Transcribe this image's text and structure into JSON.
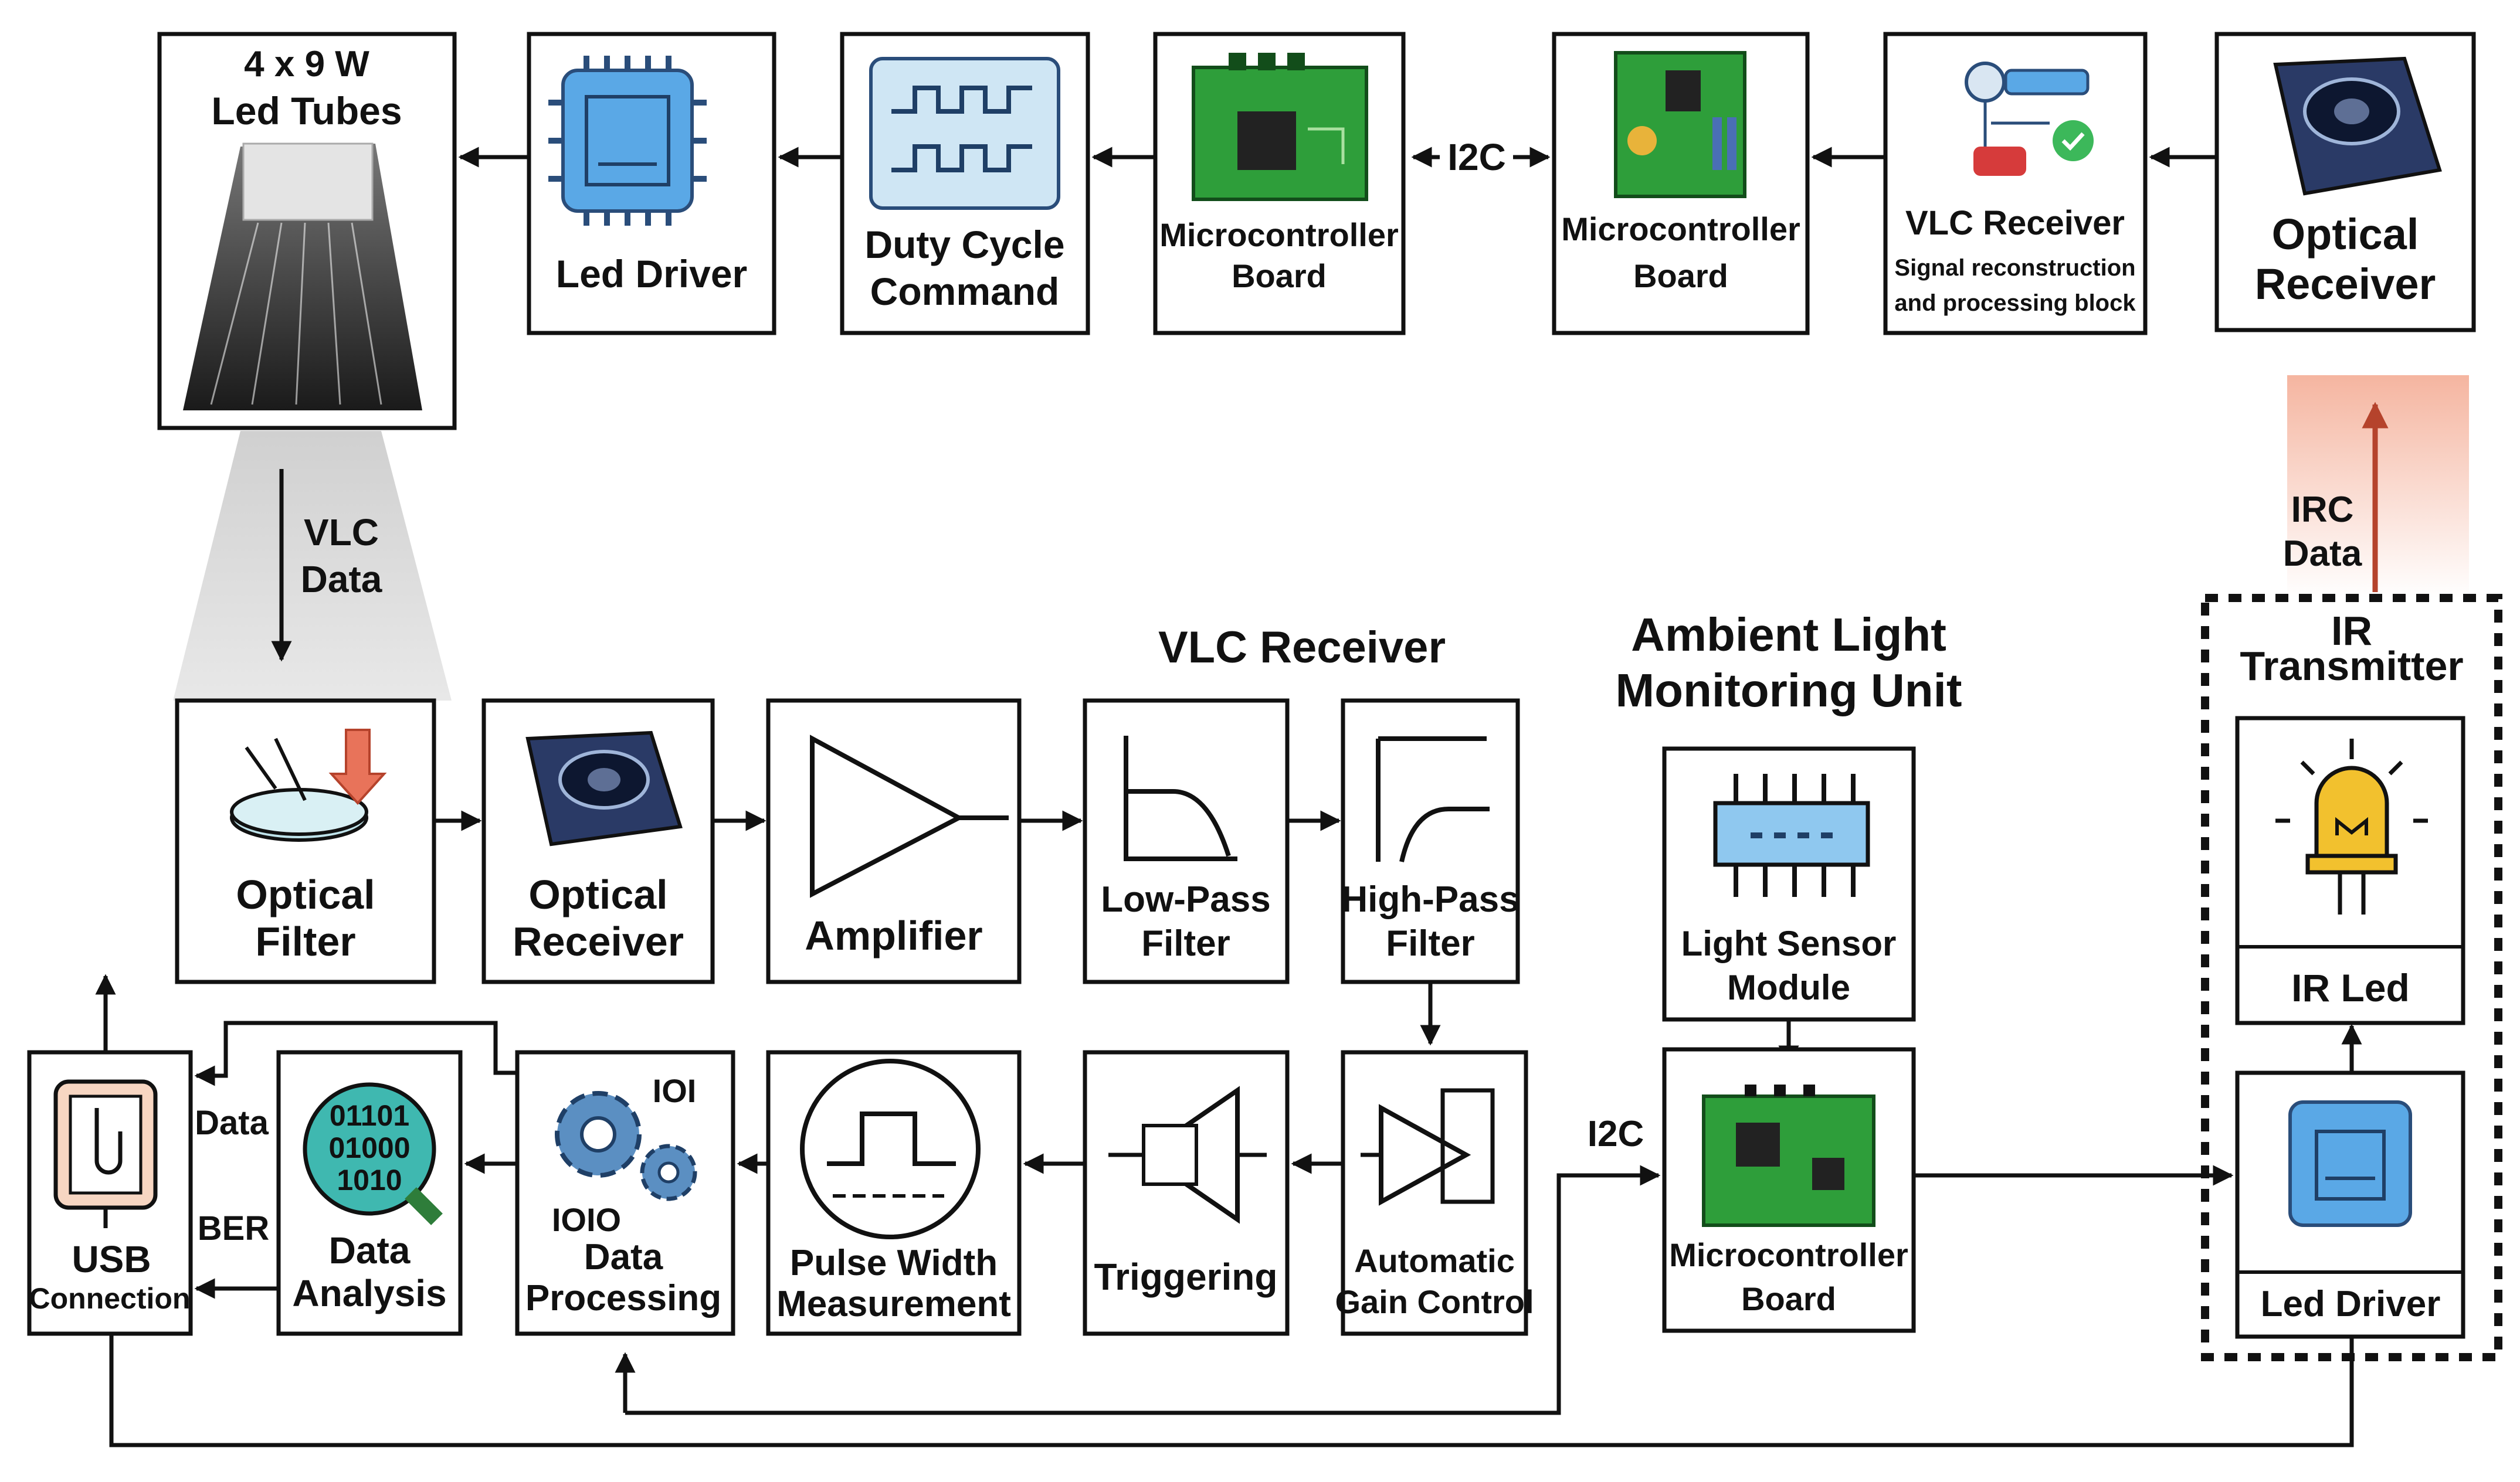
{
  "top_row": {
    "led_tubes": {
      "line1": "4 x 9 W",
      "line2": "Led Tubes"
    },
    "led_driver": {
      "label": "Led Driver"
    },
    "duty_cycle": {
      "line1": "Duty Cycle",
      "line2": "Command"
    },
    "mcu_left": {
      "line1": "Microcontroller",
      "line2": "Board"
    },
    "i2c_top": "I2C",
    "mcu_right": {
      "line1": "Microcontroller",
      "line2": "Board"
    },
    "vlc_receiver_block": {
      "title": "VLC Receiver",
      "sub1": "Signal reconstruction",
      "sub2": "and processing block"
    },
    "optical_receiver_top": {
      "line1": "Optical",
      "line2": "Receiver"
    }
  },
  "links": {
    "vlc_data": {
      "line1": "VLC",
      "line2": "Data"
    },
    "irc_data": {
      "line1": "IRC",
      "line2": "Data"
    },
    "data_label": "Data",
    "ber_label": "BER",
    "i2c_bottom": "I2C"
  },
  "vlc_receiver_section": {
    "title": "VLC Receiver",
    "optical_filter": {
      "line1": "Optical",
      "line2": "Filter"
    },
    "optical_receiver": {
      "line1": "Optical",
      "line2": "Receiver"
    },
    "amplifier": {
      "label": "Amplifier"
    },
    "low_pass": {
      "line1": "Low-Pass",
      "line2": "Filter"
    },
    "high_pass": {
      "line1": "High-Pass",
      "line2": "Filter"
    },
    "agc": {
      "line1": "Automatic",
      "line2": "Gain Control"
    },
    "triggering": {
      "label": "Triggering"
    },
    "pulse_width": {
      "line1": "Pulse Width",
      "line2": "Measurement"
    },
    "data_processing": {
      "code1": "IOI",
      "code2": "IOIO",
      "line1": "Data",
      "line2": "Processing"
    },
    "data_analysis": {
      "bin1": "01101",
      "bin2": "01000",
      "bin3": "1010",
      "line1": "Data",
      "line2": "Analysis"
    },
    "usb": {
      "line1": "USB",
      "line2": "Connection"
    }
  },
  "ambient_unit": {
    "title_line1": "Ambient Light",
    "title_line2": "Monitoring Unit",
    "light_sensor": {
      "line1": "Light Sensor",
      "line2": "Module"
    },
    "mcu": {
      "line1": "Microcontroller",
      "line2": "Board"
    }
  },
  "ir_transmitter": {
    "title_line1": "IR",
    "title_line2": "Transmitter",
    "ir_led": {
      "label": "IR Led"
    },
    "led_driver": {
      "label": "Led Driver"
    }
  },
  "colors": {
    "pcb_green": "#2e9e3a",
    "chip_blue": "#5aa8e6",
    "irc_arrow": "#b5432c",
    "teal": "#3fb8b0",
    "led_yellow": "#f2c12e",
    "filter_arrow": "#e8735a"
  }
}
